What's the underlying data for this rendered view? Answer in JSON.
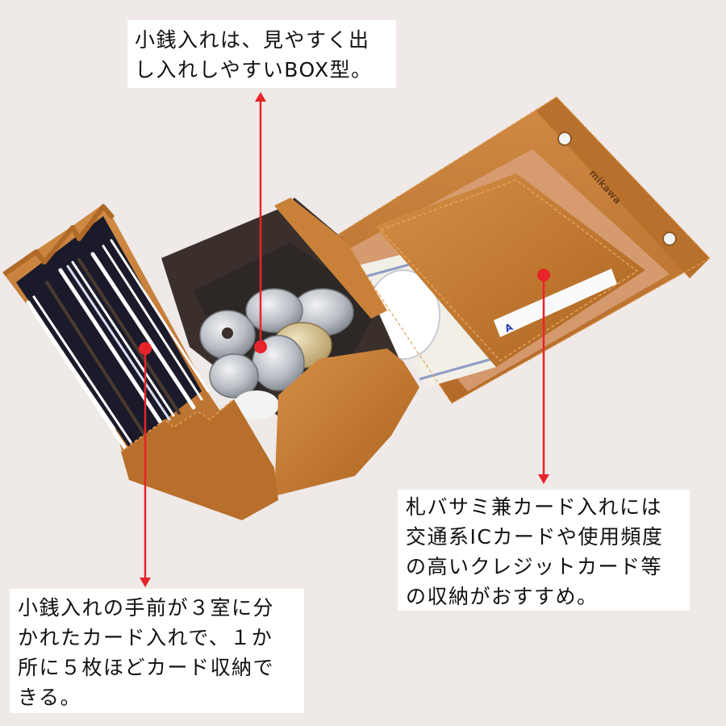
{
  "callouts": {
    "top": {
      "lines": [
        "小銭入れは、見やすく出",
        "し入れしやすいBOX型。"
      ],
      "target": "coin-box"
    },
    "right": {
      "lines": [
        "札バサミ兼カード入れには",
        "交通系ICカードや使用頻度",
        "の高いクレジットカード等",
        "の収納がおすすめ。"
      ],
      "target": "bill-clip-card-slot"
    },
    "left": {
      "lines": [
        "小銭入れの手前が３室に分",
        "かれたカード入れで、１か",
        "所に５枚ほどカード収納で",
        "きる。"
      ],
      "target": "card-pockets"
    }
  },
  "product": {
    "brand_stamp": "mikawa",
    "card_slot_partial_text": "A"
  },
  "colors": {
    "background": "#efeae8",
    "callout_bg": "#ffffff",
    "callout_text": "#111111",
    "pointer_red": "#e8242b",
    "leather": "#c27a32",
    "leather_dark": "#9a5a22",
    "leather_light": "#d69a5a",
    "lining": "#2a2424"
  }
}
